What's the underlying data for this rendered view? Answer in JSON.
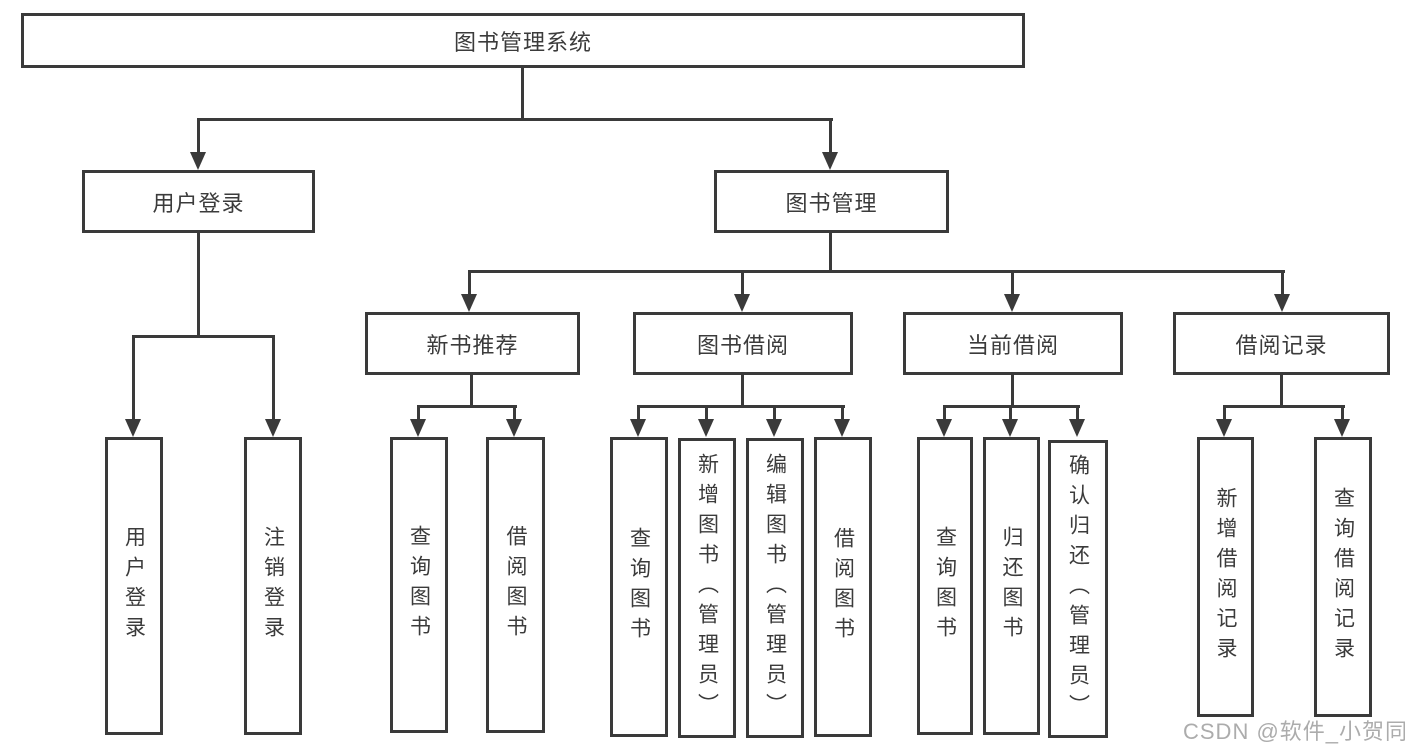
{
  "diagram": {
    "root_label": "图书管理系统",
    "level2": {
      "user_login": "用户登录",
      "book_mgmt": "图书管理"
    },
    "level3": {
      "new_books": "新书推荐",
      "borrowing": "图书借阅",
      "current": "当前借阅",
      "records": "借阅记录"
    },
    "leaves": {
      "user_login": [
        "用户登录",
        "注销登录"
      ],
      "new_books": [
        "查询图书",
        "借阅图书"
      ],
      "borrowing": [
        "查询图书",
        "新增图书（管理员）",
        "编辑图书（管理员）",
        "借阅图书"
      ],
      "current": [
        "查询图书",
        "归还图书",
        "确认归还（管理员）"
      ],
      "records": [
        "新增借阅记录",
        "查询借阅记录"
      ]
    },
    "colors": {
      "line": "#3a3a3a",
      "text": "#3b3b3b",
      "watermark": "#9e9e9e",
      "background": "#ffffff"
    }
  },
  "watermark_text": "CSDN @软件_小贺同学"
}
